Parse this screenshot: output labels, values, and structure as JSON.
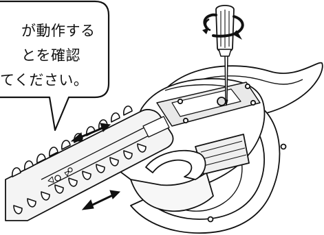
{
  "callout": {
    "lines": [
      "が動作する",
      "とを確認",
      "てください。"
    ]
  },
  "icons": {
    "screwdriver": "screwdriver-icon",
    "rotation_arrow": "rotate-clockwise-icon",
    "slide_arrow": "double-headed-arrow-icon"
  },
  "colors": {
    "outline": "#111111",
    "blade_fill": "#f4f4f4",
    "body_fill": "#ffffff"
  }
}
